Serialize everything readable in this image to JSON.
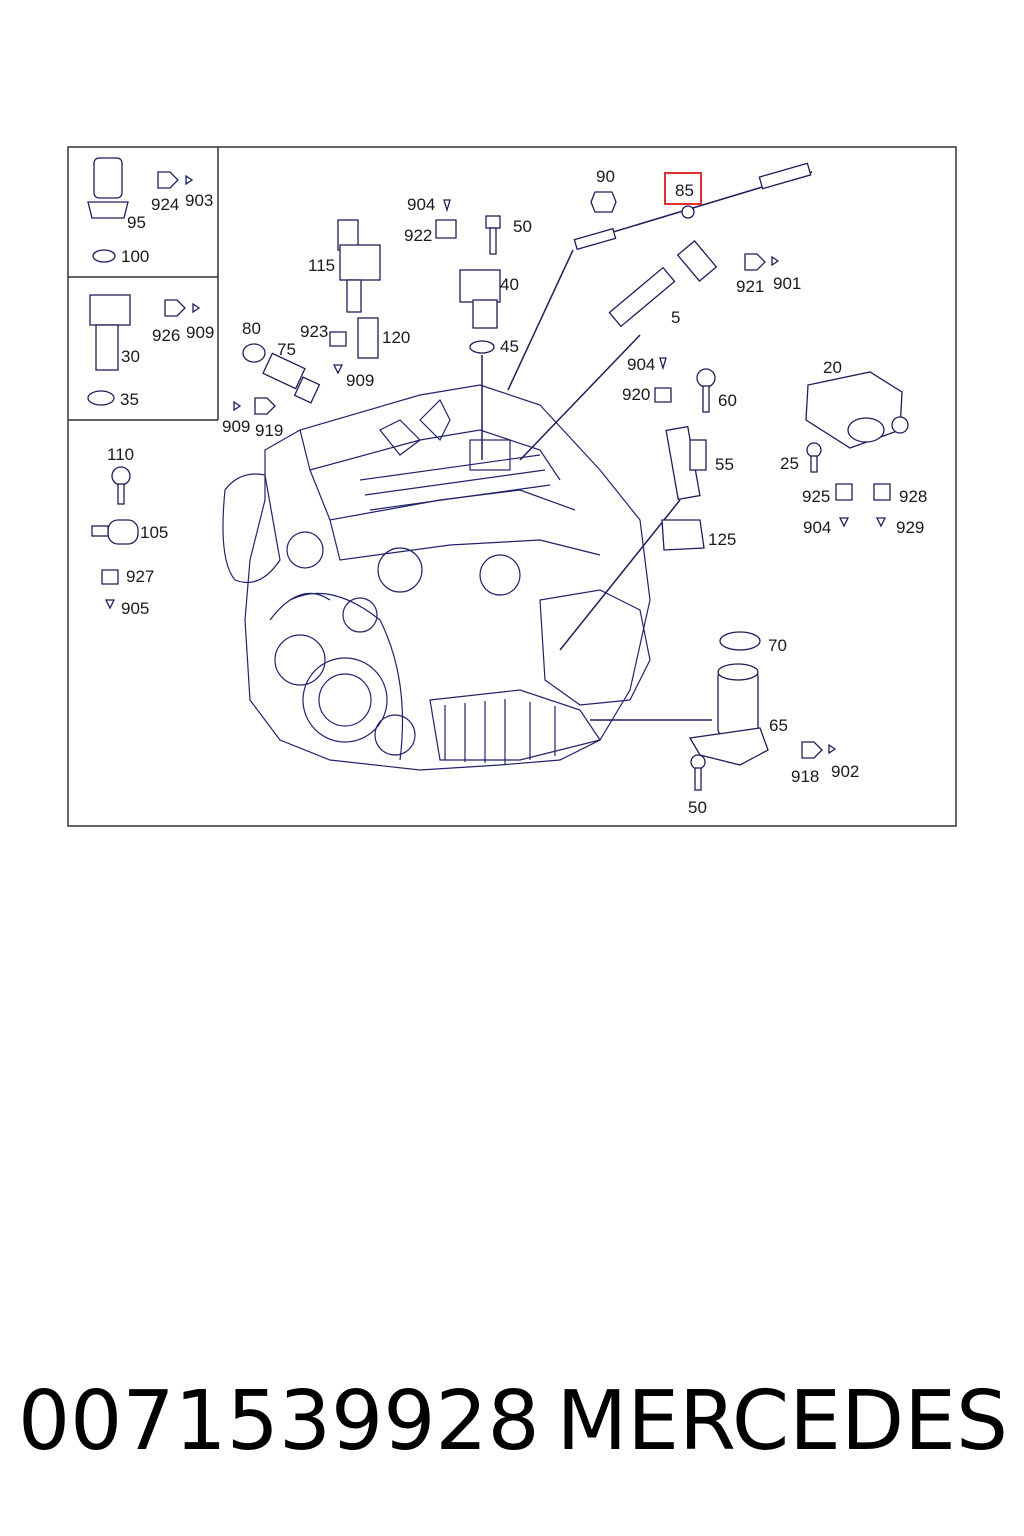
{
  "caption": {
    "part_number": "0071539928",
    "brand": "MERCEDES"
  },
  "callouts": {
    "c85": "85",
    "c90": "90",
    "c904a": "904",
    "c922": "922",
    "c50a": "50",
    "c40": "40",
    "c45": "45",
    "c115": "115",
    "c923": "923",
    "c120": "120",
    "c909a": "909",
    "c80": "80",
    "c75": "75",
    "c909b": "909",
    "c919": "919",
    "c5": "5",
    "c921": "921",
    "c901": "901",
    "c904b": "904",
    "c920": "920",
    "c60": "60",
    "c55": "55",
    "c125": "125",
    "c20": "20",
    "c25": "25",
    "c925": "925",
    "c928": "928",
    "c904c": "904",
    "c929": "929",
    "c70": "70",
    "c65": "65",
    "c918": "918",
    "c902": "902",
    "c50b": "50",
    "c924": "924",
    "c903": "903",
    "c95": "95",
    "c100": "100",
    "c926": "926",
    "c909c": "909",
    "c30": "30",
    "c35": "35",
    "c110": "110",
    "c105": "105",
    "c927": "927",
    "c905": "905"
  },
  "colors": {
    "line": "#1e1e5a",
    "highlight": "#e03030",
    "text": "#1a1a1a"
  }
}
